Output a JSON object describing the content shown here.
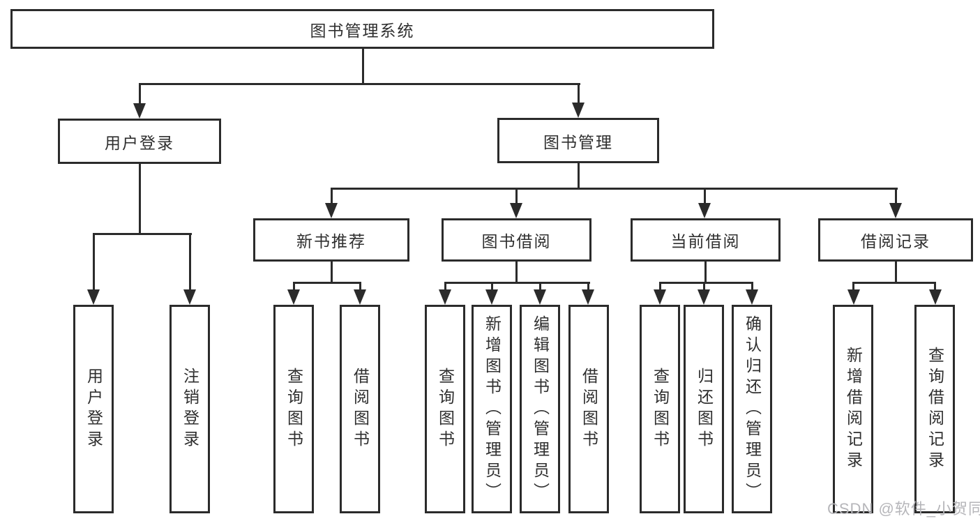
{
  "tree": {
    "root": {
      "label": "图书管理系统"
    },
    "branches": [
      {
        "label": "用户登录",
        "children": [
          {
            "label": "用户登录"
          },
          {
            "label": "注销登录"
          }
        ]
      },
      {
        "label": "图书管理",
        "children": [
          {
            "label": "新书推荐",
            "children": [
              {
                "label": "查询图书"
              },
              {
                "label": "借阅图书"
              }
            ]
          },
          {
            "label": "图书借阅",
            "children": [
              {
                "label": "查询图书"
              },
              {
                "label": "新增图书（管理员）"
              },
              {
                "label": "编辑图书（管理员）"
              },
              {
                "label": "借阅图书"
              }
            ]
          },
          {
            "label": "当前借阅",
            "children": [
              {
                "label": "查询图书"
              },
              {
                "label": "归还图书"
              },
              {
                "label": "确认归还（管理员）"
              }
            ]
          },
          {
            "label": "借阅记录",
            "children": [
              {
                "label": "新增借阅记录"
              },
              {
                "label": "查询借阅记录"
              }
            ]
          }
        ]
      }
    ]
  },
  "watermark": {
    "text": "CSDN @软件_小贺同学",
    "color": "#b6b6ba"
  },
  "colors": {
    "line": "#2b2b2b",
    "text": "#2f2f2f",
    "background": "#ffffff"
  }
}
